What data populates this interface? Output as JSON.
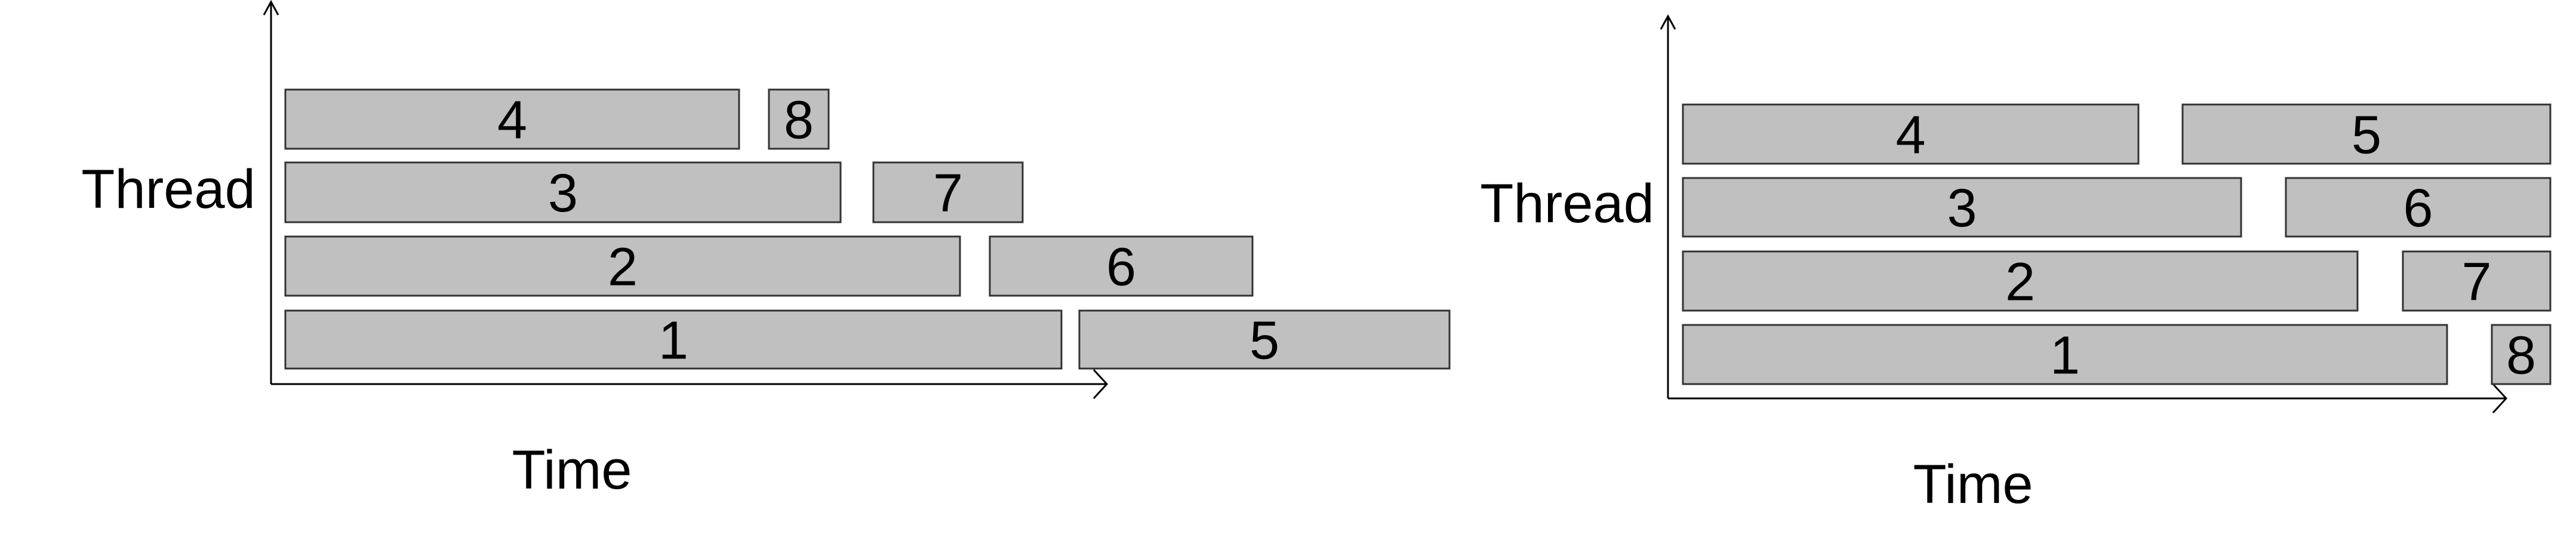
{
  "chart_data": [
    {
      "type": "gantt",
      "title": "",
      "xlabel": "Time",
      "ylabel": "Thread",
      "threads": [
        1,
        2,
        3,
        4
      ],
      "tasks": [
        {
          "id": "1",
          "thread": 1,
          "start": 0,
          "duration": 13.0
        },
        {
          "id": "2",
          "thread": 2,
          "start": 0,
          "duration": 11.3
        },
        {
          "id": "3",
          "thread": 3,
          "start": 0,
          "duration": 9.3
        },
        {
          "id": "4",
          "thread": 4,
          "start": 0,
          "duration": 7.6
        },
        {
          "id": "5",
          "thread": 1,
          "start": 13.3,
          "duration": 6.2
        },
        {
          "id": "6",
          "thread": 2,
          "start": 11.8,
          "duration": 4.4
        },
        {
          "id": "7",
          "thread": 3,
          "start": 9.85,
          "duration": 2.5
        },
        {
          "id": "8",
          "thread": 4,
          "start": 8.1,
          "duration": 1.0
        }
      ]
    },
    {
      "type": "gantt",
      "title": "",
      "xlabel": "Time",
      "ylabel": "Thread",
      "threads": [
        1,
        2,
        3,
        4
      ],
      "tasks": [
        {
          "id": "1",
          "thread": 1,
          "start": 0,
          "duration": 12.8
        },
        {
          "id": "2",
          "thread": 2,
          "start": 0,
          "duration": 11.3
        },
        {
          "id": "3",
          "thread": 3,
          "start": 0,
          "duration": 9.35
        },
        {
          "id": "4",
          "thread": 4,
          "start": 0,
          "duration": 7.63
        },
        {
          "id": "5",
          "thread": 4,
          "start": 8.37,
          "duration": 6.16
        },
        {
          "id": "6",
          "thread": 3,
          "start": 10.1,
          "duration": 4.43
        },
        {
          "id": "7",
          "thread": 2,
          "start": 12.06,
          "duration": 2.47
        },
        {
          "id": "8",
          "thread": 1,
          "start": 13.55,
          "duration": 0.98
        }
      ]
    }
  ],
  "colors": {
    "bar_fill": "#c0c0c0",
    "bar_stroke": "#333333",
    "axis": "#000000"
  }
}
